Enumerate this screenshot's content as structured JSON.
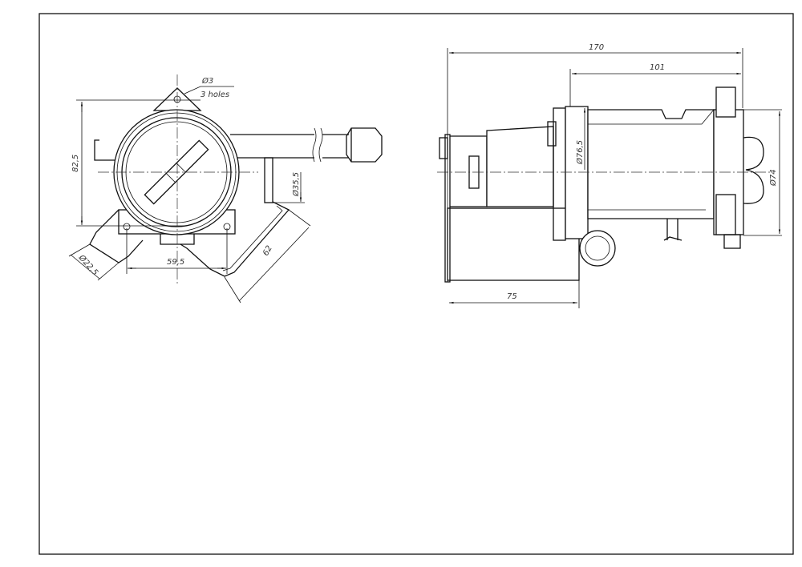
{
  "front_view": {
    "hole_diameter": "Ø3",
    "hole_count": "3 holes",
    "height": "82,5",
    "outlet_diameter": "Ø35,5",
    "inlet_diameter": "Ø22,5",
    "hole_spacing": "59,5",
    "outlet_length": "62"
  },
  "side_view": {
    "overall_length": "170",
    "body_length": "101",
    "motor_length": "75",
    "flange_diameter": "Ø76,5",
    "cap_diameter": "Ø74"
  }
}
